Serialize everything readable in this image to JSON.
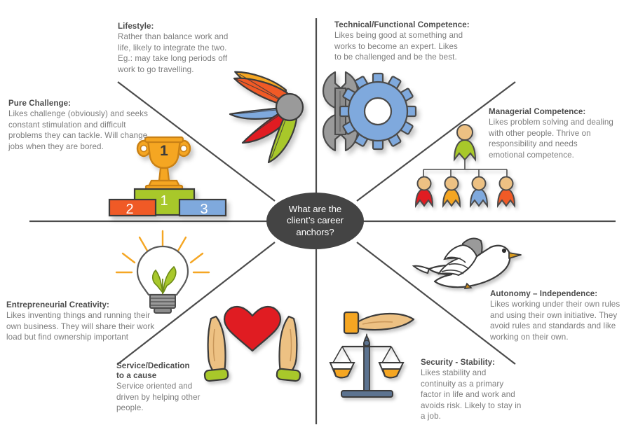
{
  "center": {
    "label": "What are the\nclient’s career\nanchors?",
    "bg_color": "#444444",
    "text_color": "#ffffff"
  },
  "anchors": [
    {
      "id": "lifestyle",
      "title": "Lifestyle:",
      "body": "Rather than balance work and\nlife, likely to integrate the two.\nEg.: may take long periods off\nwork to go travelling.",
      "icon": "pinwheel-flower-icon"
    },
    {
      "id": "technical-functional-competence",
      "title": "Technical/Functional Competence:",
      "body": "Likes being good at something and\nworks to become an expert.  Likes\nto be challenged  and be the best.",
      "icon": "wrench-gear-icon"
    },
    {
      "id": "managerial-competence",
      "title": "Managerial Competence:",
      "body": "Likes problem solving and dealing\nwith other people. Thrive on\nresponsibility and needs\nemotional competence.",
      "icon": "org-chart-people-icon"
    },
    {
      "id": "pure-challenge",
      "title": "Pure Challenge:",
      "body": "Likes challenge (obviously) and seeks\nconstant stimulation and difficult\nproblems they can tackle. Will change\njobs when they are bored.",
      "icon": "trophy-podium-icon"
    },
    {
      "id": "autonomy-independence",
      "title": "Autonomy – Independence:",
      "body": "Likes working under their own rules\nand using their own initiative. They\navoid rules and standards and like\nworking on their own.",
      "icon": "dove-bird-icon"
    },
    {
      "id": "entrepreneurial-creativity",
      "title": "Entrepreneurial Creativity:",
      "body": "Likes inventing things and  running their\nown business. They will share their work\nload but find ownership important",
      "icon": "lightbulb-sprout-icon"
    },
    {
      "id": "service-dedication",
      "title": "Service/Dedication\nto a cause",
      "body": "Service oriented and\ndriven by helping other\npeople.",
      "icon": "hands-heart-icon"
    },
    {
      "id": "security-stability",
      "title": "Security - Stability:",
      "body": "Likes stability and\ncontinuity as a primary\nfactor in life and work and\navoids risk. Likely to stay in\na job.",
      "icon": "scales-balance-icon"
    }
  ],
  "podium": {
    "first_place": "1",
    "second_place": "2",
    "third_place": "3",
    "trophy_number": "1",
    "colors": {
      "first": "#a8c82b",
      "second": "#f05a28",
      "third": "#7fa9dd",
      "trophy": "#f5a623"
    }
  },
  "palette": {
    "line": "#4c4c4c",
    "title_text": "#4c4c4c",
    "body_text": "#7c7c7c",
    "orange": "#f5a623",
    "orange_red": "#f05a28",
    "blue": "#7fa9dd",
    "red": "#e01b24",
    "green": "#a8c82b",
    "gray": "#9a9a9a",
    "skin": "#edc183",
    "steel_blue": "#5c7390"
  }
}
